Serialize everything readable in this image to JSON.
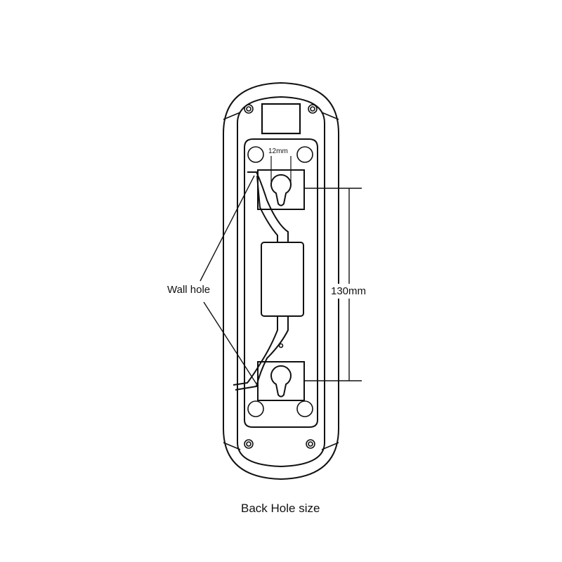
{
  "labels": {
    "hole_spacing": "12mm",
    "wall_hole": "Wall hole",
    "height_dimension": "130mm",
    "caption": "Back Hole size"
  },
  "colors": {
    "line": "#111111",
    "background": "#ffffff"
  }
}
